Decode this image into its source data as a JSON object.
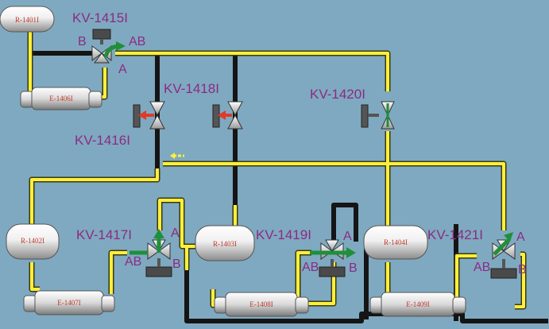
{
  "colors": {
    "background": "#7fa9c0",
    "pipe_yellow": "#ffef3c",
    "pipe_black": "#151515",
    "valve_label": "#8a2b86",
    "equipment_label": "#c0392b",
    "flow_green": "#1f8f3a",
    "flow_red": "#e03a2a"
  },
  "equipment": {
    "r1401": "R-1401I",
    "e1406": "E-1406I",
    "r1402": "R-1402I",
    "e1407": "E-1407I",
    "r1403": "R-1403I",
    "e1408": "E-1408I",
    "r1404": "R-1404I",
    "e1409": "E-1409I"
  },
  "valves": {
    "kv1415": {
      "tag": "KV-1415I",
      "port_b": "B",
      "port_ab": "AB",
      "port_a": "A"
    },
    "kv1416": {
      "tag": "KV-1416I"
    },
    "kv1418": {
      "tag": "KV-1418I"
    },
    "kv1420": {
      "tag": "KV-1420I"
    },
    "kv1417": {
      "tag": "KV-1417I",
      "port_a": "A",
      "port_ab": "AB",
      "port_b": "B"
    },
    "kv1419": {
      "tag": "KV-1419I",
      "port_a": "A",
      "port_ab": "AB",
      "port_b": "B"
    },
    "kv1421": {
      "tag": "KV-1421I",
      "port_a": "A",
      "port_ab": "AB",
      "port_b": "B"
    }
  },
  "icons": [
    "three-way-valve-icon",
    "gate-valve-icon",
    "actuator-icon",
    "flow-arrow-icon",
    "vessel-icon",
    "heat-exchanger-icon"
  ]
}
